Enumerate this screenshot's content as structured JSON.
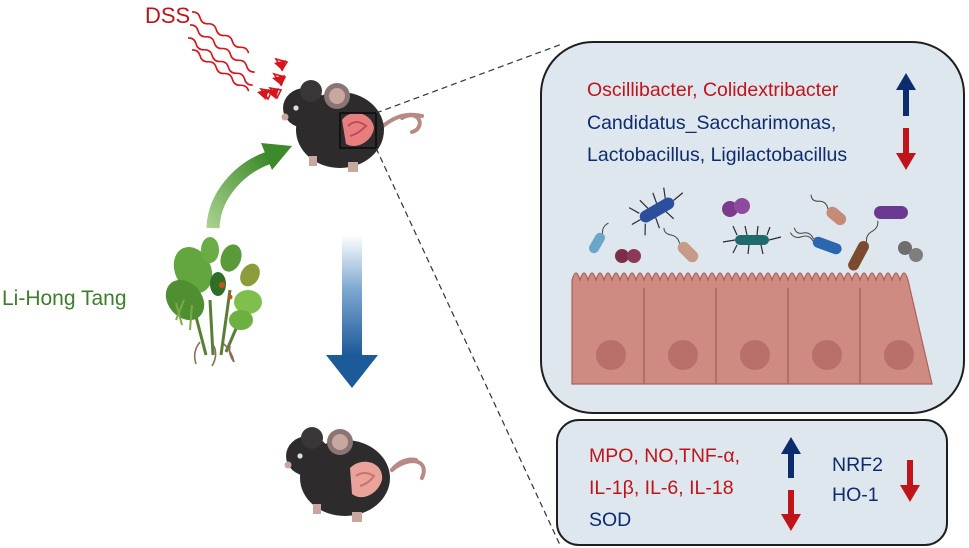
{
  "colors": {
    "red": "#c0141b",
    "navy": "#0d2c6e",
    "green": "#3f7d2a",
    "panel_fill": "#dfe7ee",
    "panel_stroke": "#1f1f1f",
    "arrow_blue": "#1d5a9a",
    "tissue": "#cf8a82"
  },
  "labels": {
    "dss": "DSS",
    "herbal": "Li-Hong Tang"
  },
  "microbiota_panel": {
    "line1": "Oscillibacter, Colidextribacter",
    "line2": "Candidatus_Saccharimonas,",
    "line3": "Lactobacillus, Ligilactobacillus",
    "line1_trend": "up",
    "lines23_trend": "down"
  },
  "markers_panel": {
    "line1": "MPO, NO,TNF-α,",
    "line2": "IL-1β, IL-6, IL-18",
    "line3": "SOD",
    "line4": "NRF2",
    "line5": "HO-1",
    "lines12_trend": "up",
    "line3_trend": "down",
    "lines45_trend": "down"
  },
  "icons": [
    "mouse-icon",
    "plant-icon",
    "bacteria-icon",
    "epithelium-icon",
    "colon-icon"
  ]
}
